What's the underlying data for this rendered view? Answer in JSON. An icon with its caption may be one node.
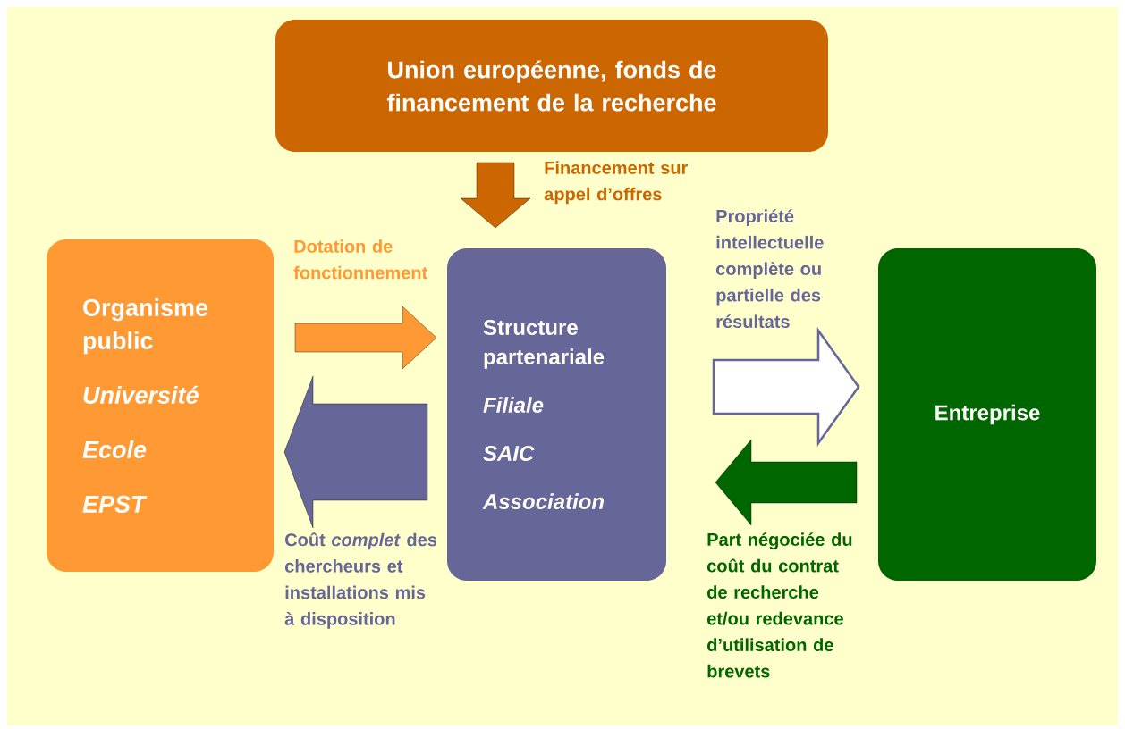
{
  "diagram": {
    "nodes": [
      {
        "text": [
          "Union européenne, fonds de financement de la recherche"
        ]
      },
      {
        "text": [
          "Organisme public",
          "Université",
          "Ecole",
          "EPST"
        ]
      },
      {
        "text": [
          "Structure partenariale",
          "Filiale",
          "SAIC",
          "Association"
        ]
      },
      {
        "text": [
          "Entreprise"
        ]
      }
    ],
    "edges": [
      {
        "from": 0,
        "to": 2,
        "arrow": "to",
        "label": "Financement sur appel d’offres",
        "color": "#cc6600"
      },
      {
        "from": 1,
        "to": 2,
        "arrow": "to",
        "label": "Dotation de fonctionnement",
        "color": "#ff9933"
      },
      {
        "from": 2,
        "to": 1,
        "arrow": "to",
        "label": "Coût *complet* des chercheurs et installations mis à disposition",
        "color": "#666699"
      },
      {
        "from": 2,
        "to": 3,
        "arrow": "to",
        "label": "Propriété intellectuelle complète ou partielle des résultats",
        "color": "#666699"
      },
      {
        "from": 3,
        "to": 2,
        "arrow": "to",
        "label": "Part négociée du coût du contrat de recherche et/ou redevance d’utilisation de brevets",
        "color": "#006600"
      }
    ]
  }
}
